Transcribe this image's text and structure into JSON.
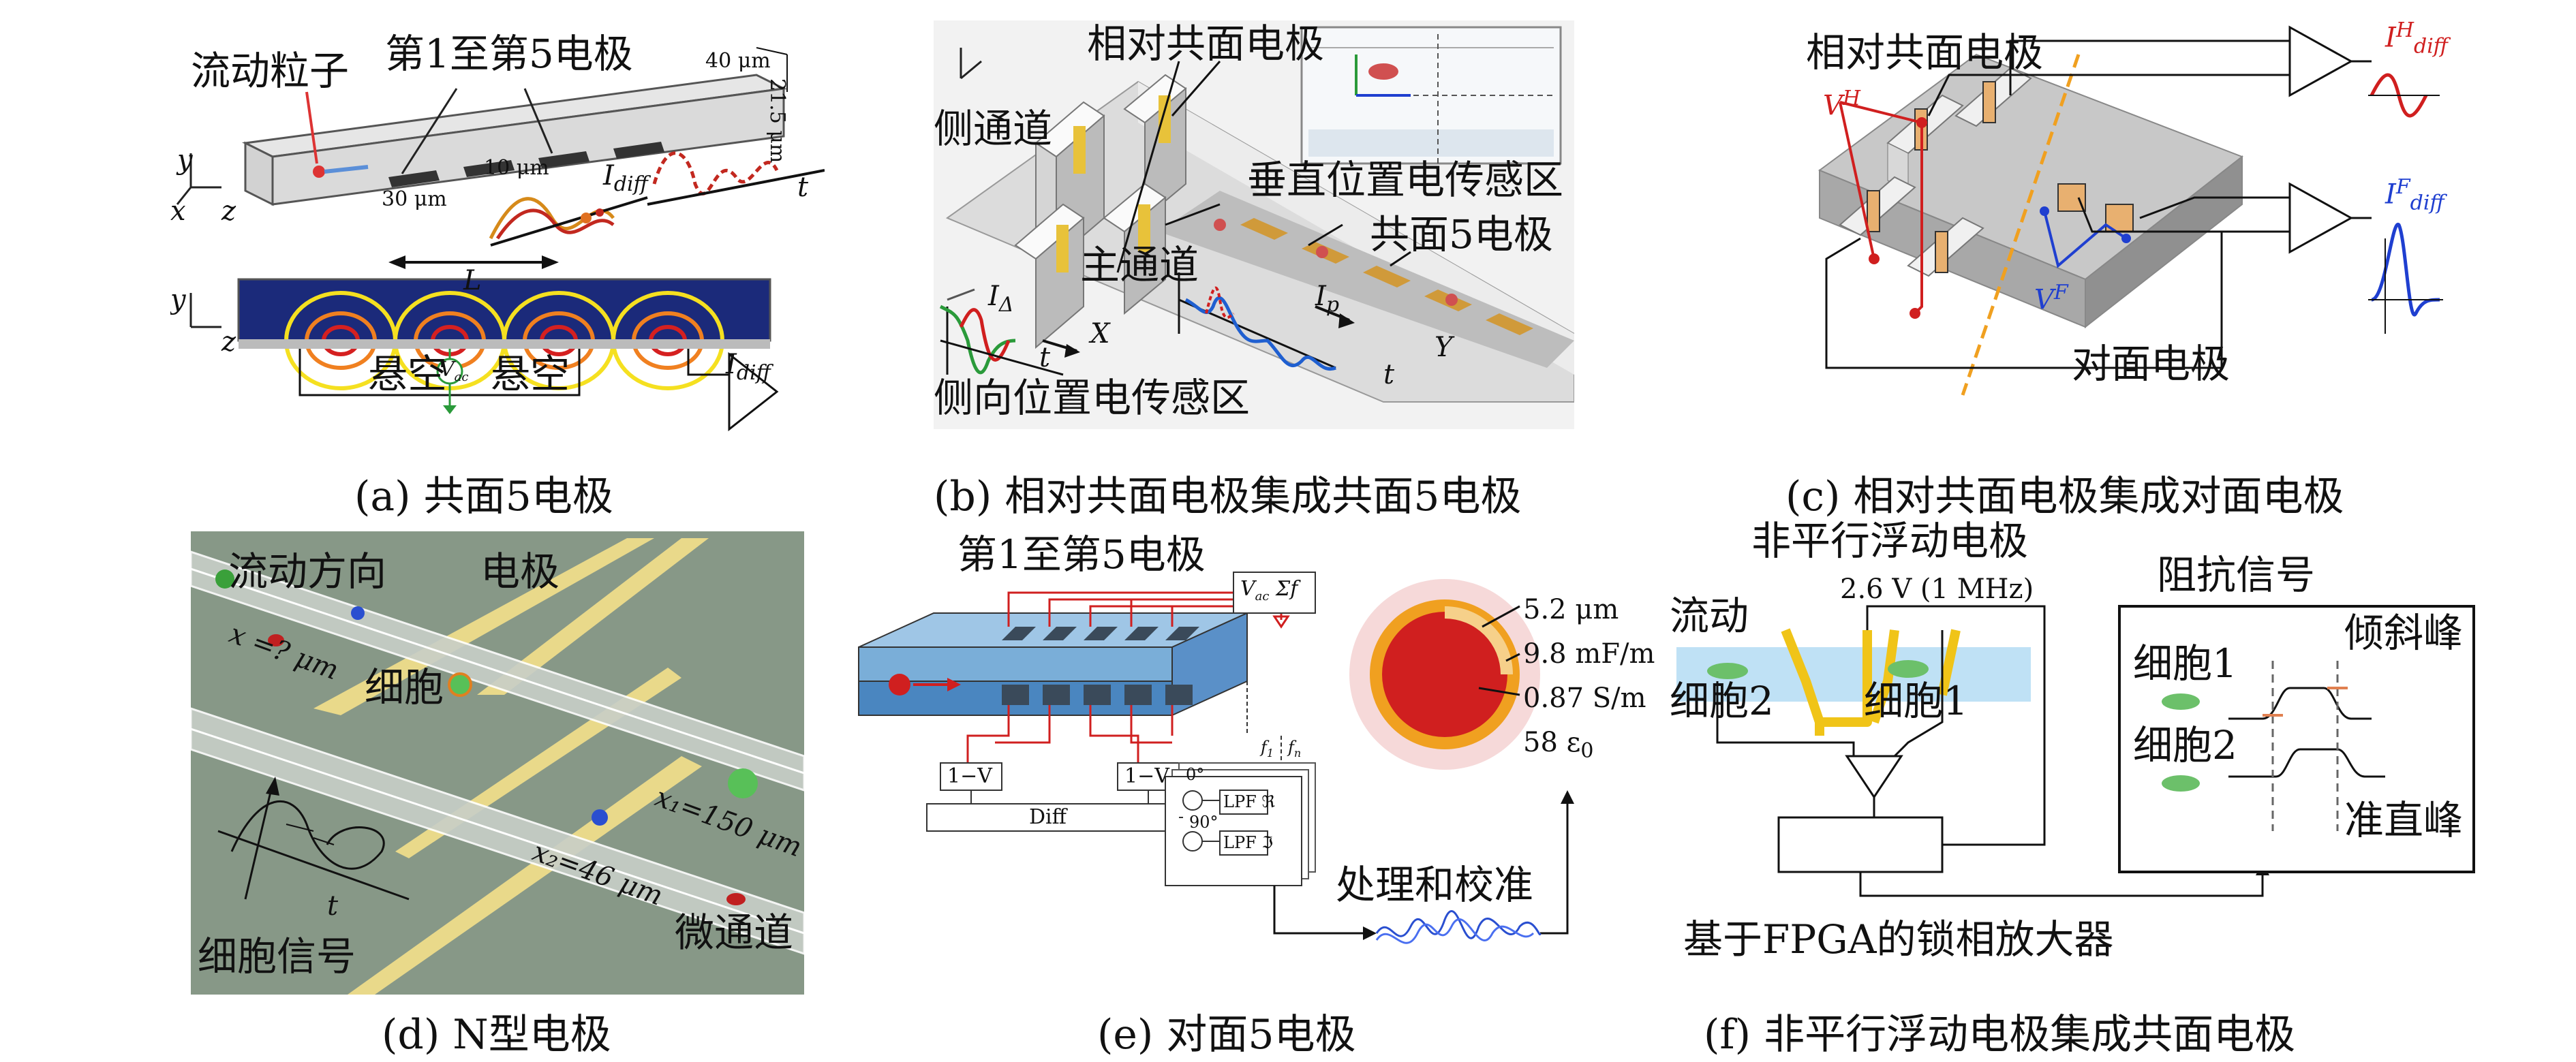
{
  "panels": {
    "a": {
      "caption": "(a) 共面5电极",
      "flowing_particle": "流动粒子",
      "electrodes_1_5": "第1至第5电极",
      "dim_40": "40 μm",
      "dim_215": "21.5 μm",
      "dim_10": "10 μm",
      "dim_30": "30 μm",
      "i_diff": "I",
      "i_diff_sub": "diff",
      "t": "t",
      "L": "L",
      "suspended_left": "悬空",
      "suspended_right": "悬空",
      "v_ac": "V",
      "v_ac_sub": "ac",
      "i_diff_out": "I",
      "i_diff_out_sub": "diff",
      "axis_y": "y",
      "axis_x": "x",
      "axis_z": "z"
    },
    "b": {
      "caption": "(b) 相对共面电极集成共面5电极",
      "facing_coplanar": "相对共面电极",
      "side_channel": "侧通道",
      "vertical_zone": "垂直位置电传感区",
      "coplanar5": "共面5电极",
      "main_channel": "主通道",
      "lateral_zone": "侧向位置电传感区",
      "i_delta": "I",
      "i_delta_sub": "Δ",
      "i_p": "I",
      "i_p_sub": "p",
      "X": "X",
      "Y": "Y",
      "t": "t"
    },
    "c": {
      "caption": "(c) 相对共面电极集成对面电极",
      "facing_coplanar": "相对共面电极",
      "opposite": "对面电极",
      "v_h": "V",
      "v_h_sup": "H",
      "v_f": "V",
      "v_f_sup": "F",
      "i_h": "I",
      "i_h_sup": "H",
      "i_h_sub": "diff",
      "i_f": "I",
      "i_f_sup": "F",
      "i_f_sub": "diff"
    },
    "d": {
      "caption": "(d) N型电极",
      "flow_direction": "流动方向",
      "electrode": "电极",
      "cell": "细胞",
      "cell_signal": "细胞信号",
      "microchannel": "微通道",
      "x_unknown": "x =? μm",
      "x1": "x₁=150 μm",
      "x2": "x₂=46 μm",
      "t": "t"
    },
    "e": {
      "caption": "(e) 对面5电极",
      "electrodes_1_5": "第1至第5电极",
      "v_ac": "V",
      "v_ac_sub": "ac",
      "sum": "Σf",
      "one_minus_v1": "1−V",
      "one_minus_v2": "1−V",
      "diff": "Diff",
      "lpf_r": "LPF ℜ",
      "lpf_i": "LPF ℑ",
      "deg0": "0°",
      "deg90": "90°",
      "f1": "f",
      "fn": "f",
      "p1": "5.2 μm",
      "p2": "9.8 mF/m²",
      "p3": "0.87 S/m",
      "p4": "58 ε",
      "p4_sub": "0",
      "processing": "处理和校准"
    },
    "f": {
      "caption": "(f) 非平行浮动电极集成共面电极",
      "nonparallel": "非平行浮动电极",
      "voltage": "2.6 V (1 MHz)",
      "flow": "流动",
      "cell2": "细胞2",
      "cell1": "细胞1",
      "impedance_signal": "阻抗信号",
      "cell1_r": "细胞1",
      "cell2_r": "细胞2",
      "tilted_peak": "倾斜峰",
      "collimated_peak": "准直峰",
      "fpga": "基于FPGA的锁相放大器"
    }
  },
  "colors": {
    "electrode_yellow": "#e8c23a",
    "signal_red": "#d01f1f",
    "signal_blue": "#1f3fd0",
    "signal_green": "#2a9a3a",
    "channel_blue": "#bfe1f5",
    "cell_green": "#6cc06a"
  }
}
